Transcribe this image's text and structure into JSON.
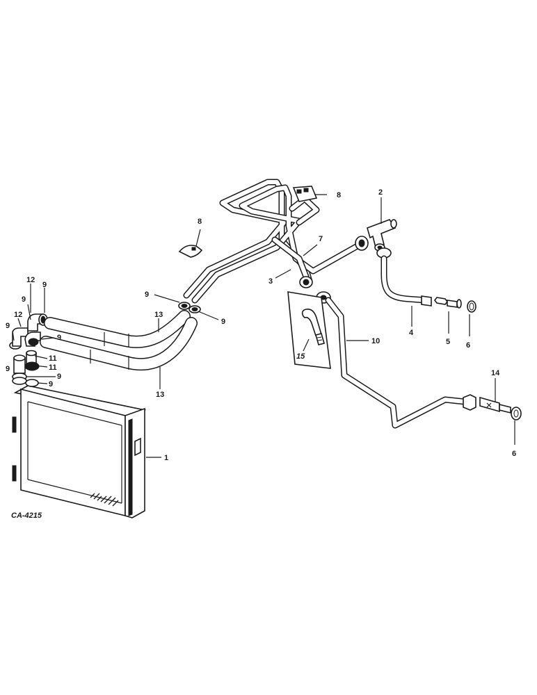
{
  "figure_code": "CA-4215",
  "callouts": {
    "c1": "1",
    "c2": "2",
    "c3": "3",
    "c4": "4",
    "c5": "5",
    "c6a": "6",
    "c6b": "6",
    "c7": "7",
    "c8a": "8",
    "c8b": "8",
    "c9a": "9",
    "c9b": "9",
    "c9c": "9",
    "c9d": "9",
    "c9e": "9",
    "c9f": "9",
    "c9g": "9",
    "c9h": "9",
    "c9i": "9",
    "c10": "10",
    "c11a": "11",
    "c11b": "11",
    "c12a": "12",
    "c12b": "12",
    "c13a": "13",
    "c13b": "13",
    "c14": "14",
    "c15": "15"
  }
}
